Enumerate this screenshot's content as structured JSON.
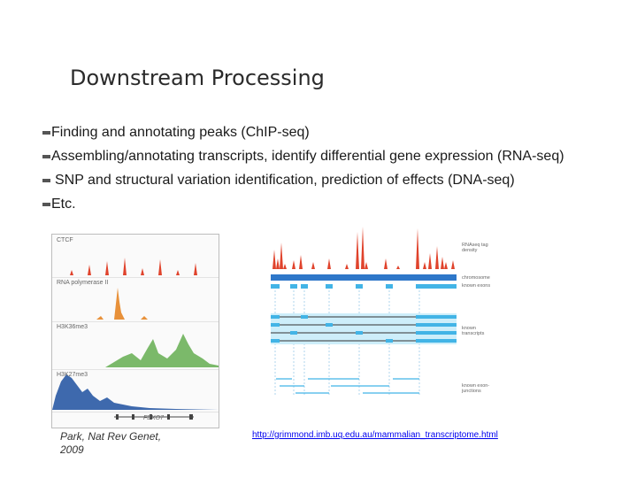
{
  "title": "Downstream Processing",
  "bullets": [
    "Finding and annotating peaks (ChIP-seq)",
    "Assembling/annotating transcripts, identify differential gene expression (RNA-seq)",
    "SNP and structural variation identification, prediction of effects (DNA-seq)",
    "Etc."
  ],
  "left_figure": {
    "tracks": [
      "CTCF",
      "RNA polymerase II",
      "H3K36me3",
      "H3K27me3"
    ],
    "gene": "FBXO7",
    "colors": [
      "#e0432c",
      "#e8913a",
      "#7bb96a",
      "#3e69ad"
    ]
  },
  "citation": {
    "line1": "Park, Nat Rev Genet,",
    "line2": "2009"
  },
  "right_figure": {
    "labels": {
      "rnaseq": "RNAseq tag density",
      "chromosome": "chromosome",
      "exons": "known exons",
      "transcripts": "known transcripts",
      "junctions": "known exon-junctions"
    }
  },
  "url": "http://grimmond.imb.uq.edu.au/mammalian_transcriptome.html"
}
